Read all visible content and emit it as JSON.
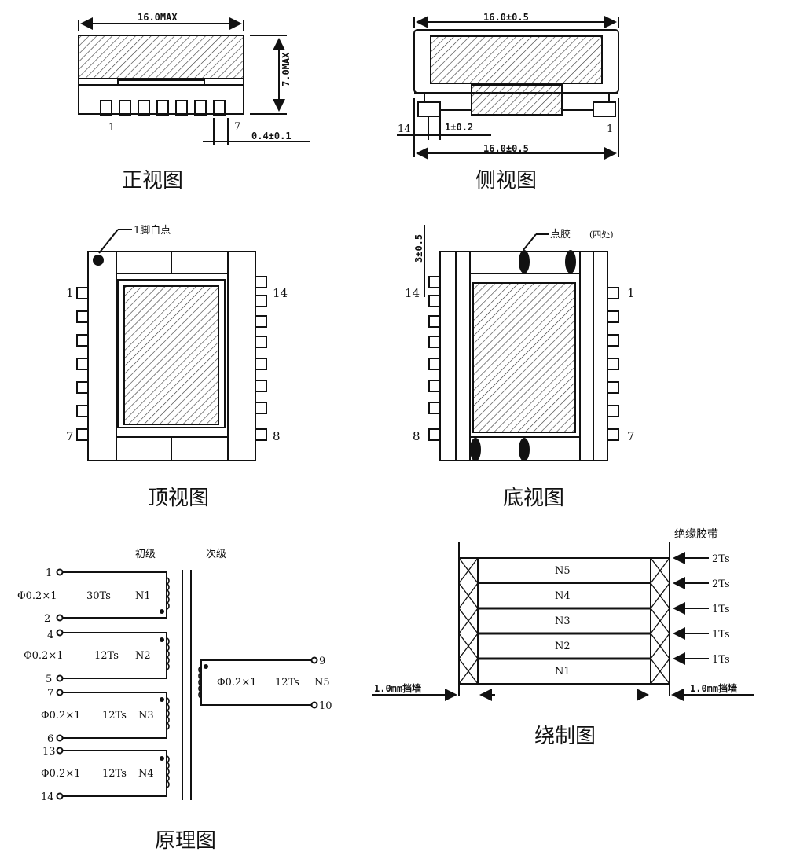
{
  "captions": {
    "front": "正视图",
    "side": "侧视图",
    "top": "顶视图",
    "bottom": "底视图",
    "principle": "原理图",
    "winding": "绕制图"
  },
  "front_view": {
    "width_dim": "16.0MAX",
    "height_dim": "7.0MAX",
    "pin_dim": "0.4±0.1",
    "pin_left": "1",
    "pin_right": "7"
  },
  "side_view": {
    "top_dim": "16.0±0.5",
    "bottom_dim": "16.0±0.5",
    "pitch_dim": "1±0.2",
    "pin_left": "14",
    "pin_right": "1"
  },
  "top_view": {
    "marker_label": "1脚白点",
    "pin_top_left": "1",
    "pin_top_right": "14",
    "pin_bottom_left": "7",
    "pin_bottom_right": "8"
  },
  "bottom_view": {
    "glue_label": "点胶",
    "glue_note": "(四处)",
    "side_dim": "3±0.5",
    "pin_top_left": "14",
    "pin_top_right": "1",
    "pin_bottom_left": "8",
    "pin_bottom_right": "7"
  },
  "principle": {
    "primary_label": "初级",
    "secondary_label": "次级",
    "windings": [
      {
        "top_pin": "1",
        "bottom_pin": "2",
        "spec": "Φ0.2×1",
        "turns": "30Ts",
        "name": "N1"
      },
      {
        "top_pin": "4",
        "bottom_pin": "5",
        "spec": "Φ0.2×1",
        "turns": "12Ts",
        "name": "N2"
      },
      {
        "top_pin": "7",
        "bottom_pin": "6",
        "spec": "Φ0.2×1",
        "turns": "12Ts",
        "name": "N3"
      },
      {
        "top_pin": "13",
        "bottom_pin": "14",
        "spec": "Φ0.2×1",
        "turns": "12Ts",
        "name": "N4"
      }
    ],
    "secondary": {
      "top_pin": "9",
      "bottom_pin": "10",
      "spec": "Φ0.2×1",
      "turns": "12Ts",
      "name": "N5"
    }
  },
  "winding_diagram": {
    "tape_label": "绝缘胶带",
    "layers": [
      "N5",
      "N4",
      "N3",
      "N2",
      "N1"
    ],
    "tape_turns": [
      "2Ts",
      "2Ts",
      "1Ts",
      "1Ts",
      "1Ts"
    ],
    "margin_left": "1.0mm挡墙",
    "margin_right": "1.0mm挡墙"
  }
}
